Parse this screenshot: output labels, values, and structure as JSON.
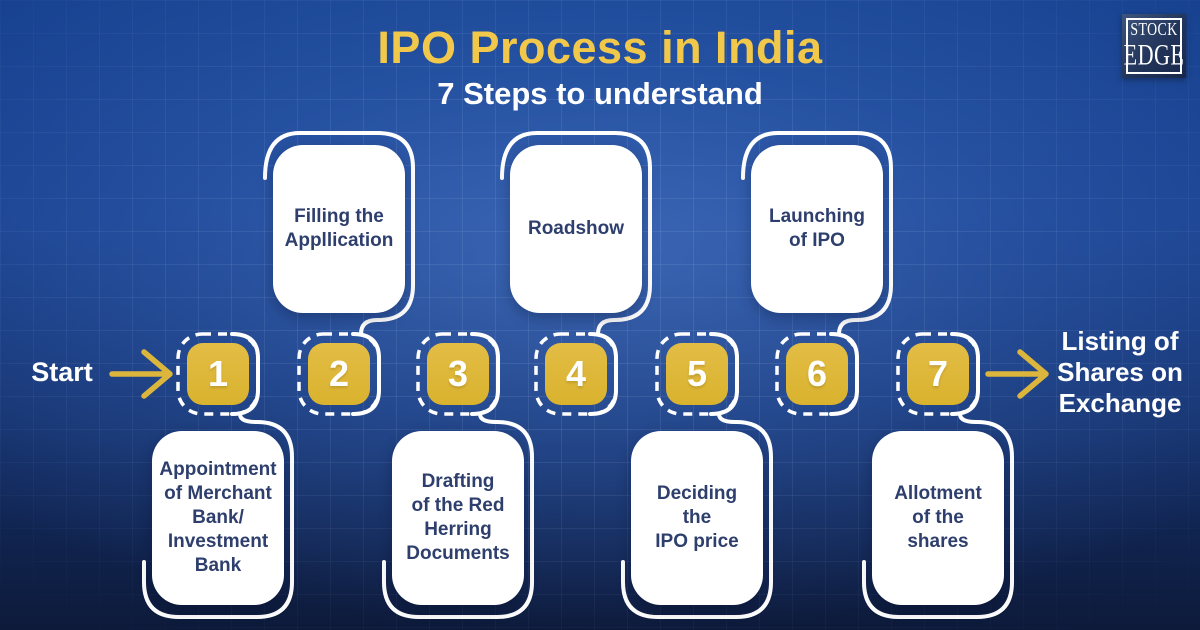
{
  "header": {
    "title": "IPO Process in India",
    "subtitle": "7 Steps to understand"
  },
  "logo": {
    "line1": "STOCK",
    "line2": "EDGE"
  },
  "flow": {
    "start_label": "Start",
    "end_label": "Listing of\nShares on\nExchange",
    "steps": [
      {
        "number": "1",
        "label": "Appointment\nof Merchant\nBank/\nInvestment\nBank",
        "position": "bottom"
      },
      {
        "number": "2",
        "label": "Filling the\nAppllication",
        "position": "top"
      },
      {
        "number": "3",
        "label": "Drafting\nof the Red\nHerring\nDocuments",
        "position": "bottom"
      },
      {
        "number": "4",
        "label": "Roadshow",
        "position": "top"
      },
      {
        "number": "5",
        "label": "Deciding\nthe\nIPO price",
        "position": "bottom"
      },
      {
        "number": "6",
        "label": "Launching\nof IPO",
        "position": "top"
      },
      {
        "number": "7",
        "label": "Allotment\nof the\nshares",
        "position": "bottom"
      }
    ]
  },
  "colors": {
    "accent_yellow": "#dcb63c",
    "title_yellow": "#f2c84b",
    "badge_yellow": "#ddb734",
    "card_text_navy": "#2e3f6d",
    "background_blue": "#173e8a",
    "line_white": "#ffffff"
  }
}
